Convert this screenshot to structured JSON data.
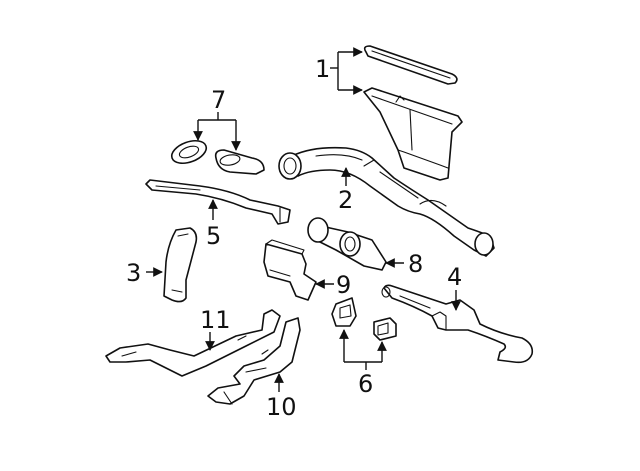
{
  "callouts": [
    {
      "id": "1",
      "label": "1"
    },
    {
      "id": "2",
      "label": "2"
    },
    {
      "id": "3",
      "label": "3"
    },
    {
      "id": "4",
      "label": "4"
    },
    {
      "id": "5",
      "label": "5"
    },
    {
      "id": "6",
      "label": "6"
    },
    {
      "id": "7",
      "label": "7"
    },
    {
      "id": "8",
      "label": "8"
    },
    {
      "id": "9",
      "label": "9"
    },
    {
      "id": "10",
      "label": "10"
    },
    {
      "id": "11",
      "label": "11"
    }
  ],
  "colors": {
    "line": "#111111",
    "fill": "#ffffff",
    "background": "#ffffff"
  }
}
